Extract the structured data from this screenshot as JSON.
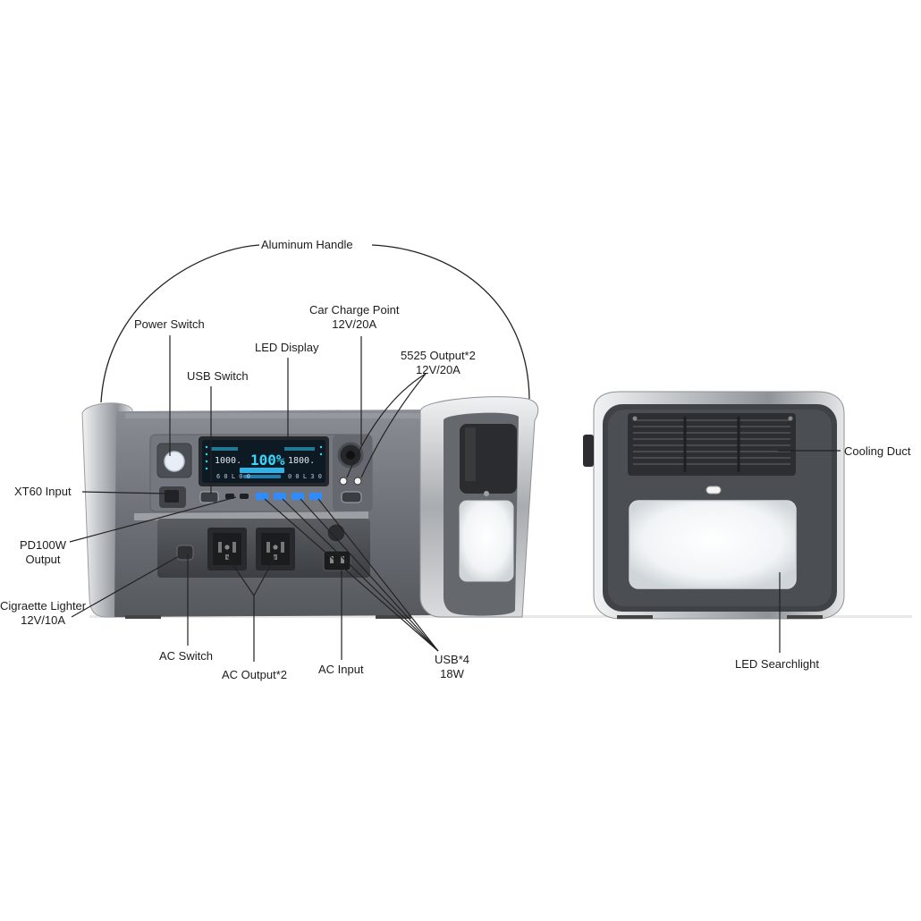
{
  "labels": {
    "handle": "Aluminum Handle",
    "power_switch": "Power Switch",
    "car_charge_1": "Car Charge Point",
    "car_charge_2": "12V/20A",
    "led_display": "LED Display",
    "output5525_1": "5525 Output*2",
    "output5525_2": "12V/20A",
    "usb_switch": "USB Switch",
    "xt60": "XT60 Input",
    "pd100w_1": "PD100W",
    "pd100w_2": "Output",
    "cig_1": "Cigraette Lighter",
    "cig_2": "12V/10A",
    "ac_switch": "AC Switch",
    "ac_output": "AC Output*2",
    "ac_input": "AC Input",
    "usb4_1": "USB*4",
    "usb4_2": "18W",
    "cooling": "Cooling Duct",
    "searchlight": "LED Searchlight"
  },
  "display": {
    "input_value": "1000",
    "percent": "100",
    "output_value": "1800"
  },
  "colors": {
    "body": "#6b6f75",
    "panel": "#3a3d42",
    "accent_blue": "#2f8cff",
    "lcd": "#0d1a24",
    "lcd_cyan": "#35d7ff",
    "frame": "#c9cbce"
  }
}
